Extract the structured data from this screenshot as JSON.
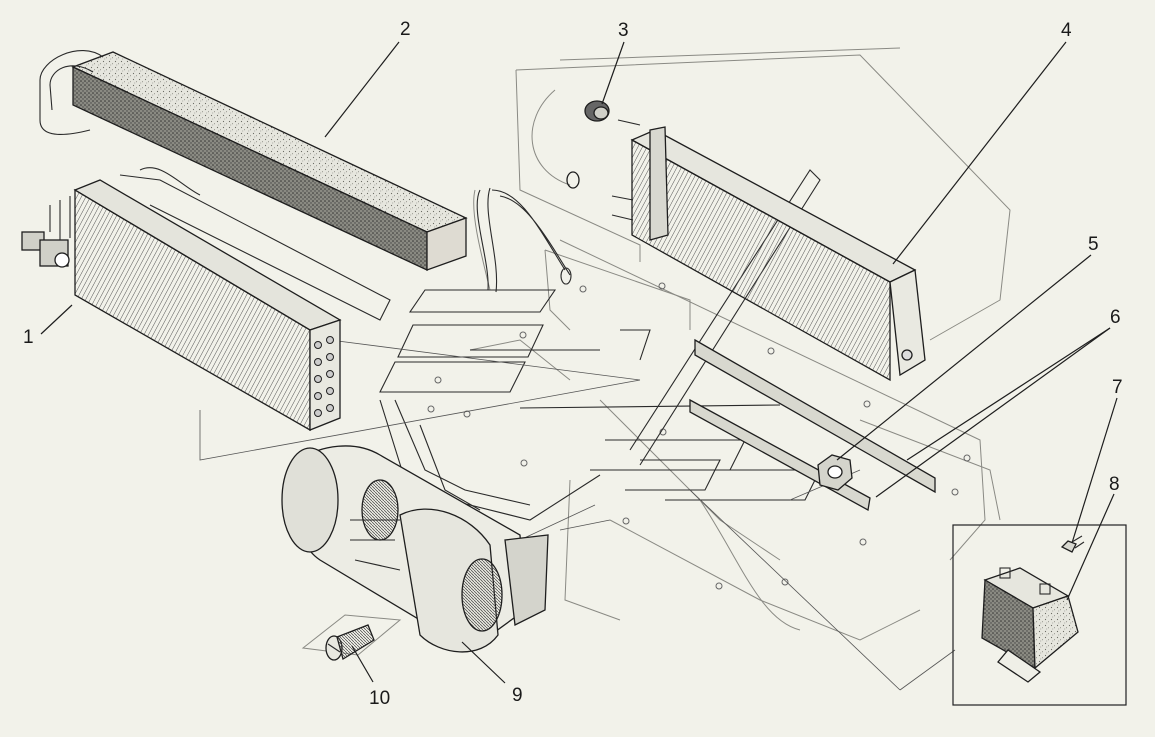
{
  "callouts": [
    {
      "id": "1",
      "text": "1"
    },
    {
      "id": "2",
      "text": "2"
    },
    {
      "id": "3",
      "text": "3"
    },
    {
      "id": "4",
      "text": "4"
    },
    {
      "id": "5",
      "text": "5"
    },
    {
      "id": "6",
      "text": "6"
    },
    {
      "id": "7",
      "text": "7"
    },
    {
      "id": "8",
      "text": "8"
    },
    {
      "id": "9",
      "text": "9"
    },
    {
      "id": "10",
      "text": "10"
    }
  ],
  "colors": {
    "background": "#f2f2ea",
    "line": "#1e1e1e",
    "fin_fill": "#d8d8d0",
    "foam_fill": "#c4c4bc"
  }
}
